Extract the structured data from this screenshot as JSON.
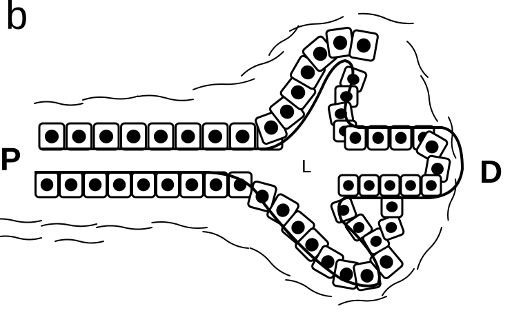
{
  "figure": {
    "panel_label": "b",
    "proximal_label": "P",
    "distal_label": "D",
    "lumen_label": "L",
    "colors": {
      "ink": "#000000",
      "background": "#ffffff"
    }
  }
}
